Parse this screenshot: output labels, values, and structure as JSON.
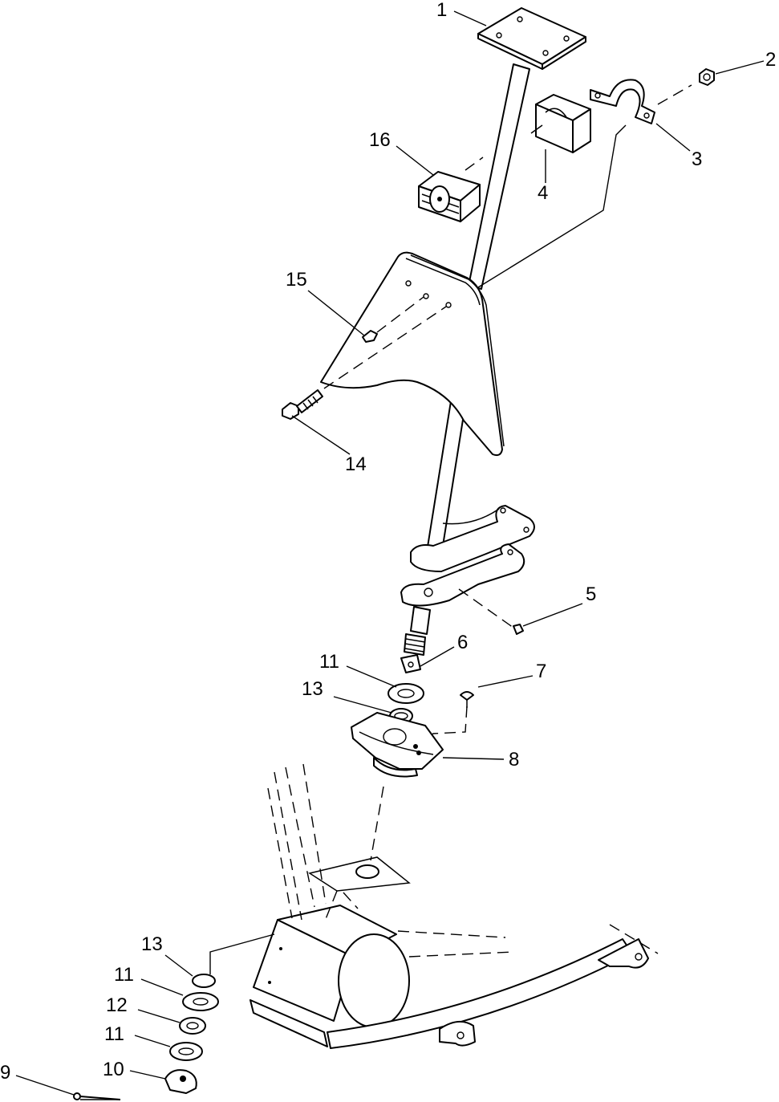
{
  "callouts": {
    "c1": "1",
    "c2": "2",
    "c3": "3",
    "c4": "4",
    "c5": "5",
    "c6": "6",
    "c7": "7",
    "c8": "8",
    "c9": "9",
    "c10": "10",
    "c11a": "11",
    "c11b": "11",
    "c11c": "11",
    "c12": "12",
    "c13a": "13",
    "c13b": "13",
    "c14": "14",
    "c15": "15",
    "c16": "16"
  }
}
